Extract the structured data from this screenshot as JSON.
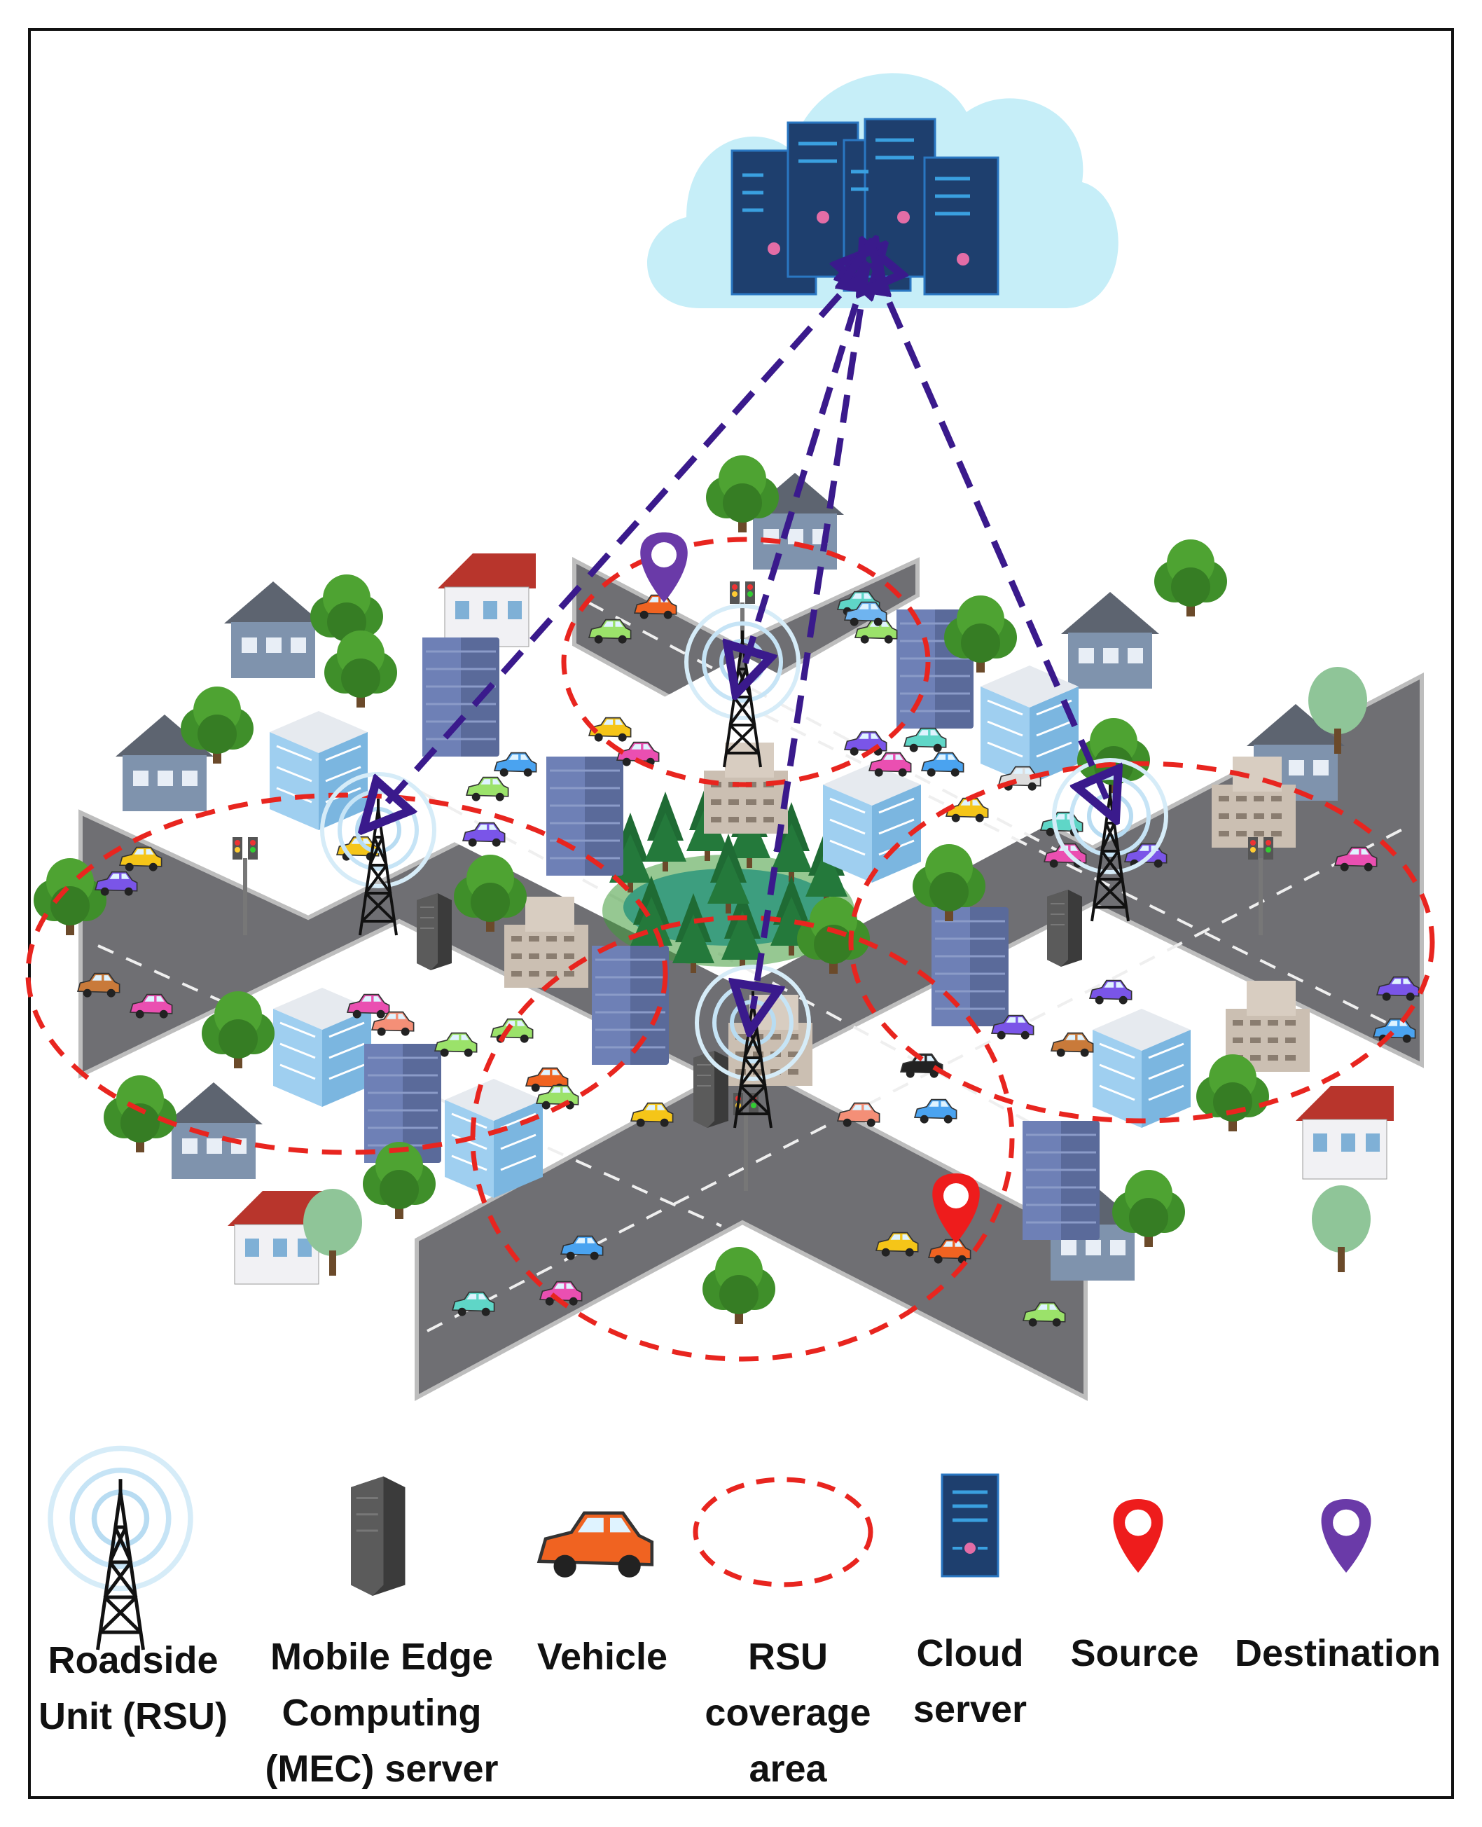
{
  "legend": {
    "rsu": "Roadside\nUnit (RSU)",
    "mec": "Mobile Edge\nComputing\n(MEC) server",
    "vehicle": "Vehicle",
    "coverage": "RSU\ncoverage\narea",
    "cloud": "Cloud\nserver",
    "source": "Source",
    "destination": "Destination"
  },
  "colors": {
    "road": "#6f6f73",
    "road_edge": "#bdbdbd",
    "coverage": "#e8251f",
    "link": "#3a1a8c",
    "cloud": "#c6eef8",
    "server": "#1e3f6e",
    "source_pin": "#ee1c1c",
    "destination_pin": "#6a3aa8",
    "tree": "#3f8f2a",
    "building_glass": "#8fc3e8"
  },
  "icons": [
    "rsu-tower-icon",
    "mec-server-icon",
    "vehicle-icon",
    "coverage-ellipse-icon",
    "cloud-server-icon",
    "source-pin-icon",
    "destination-pin-icon"
  ]
}
